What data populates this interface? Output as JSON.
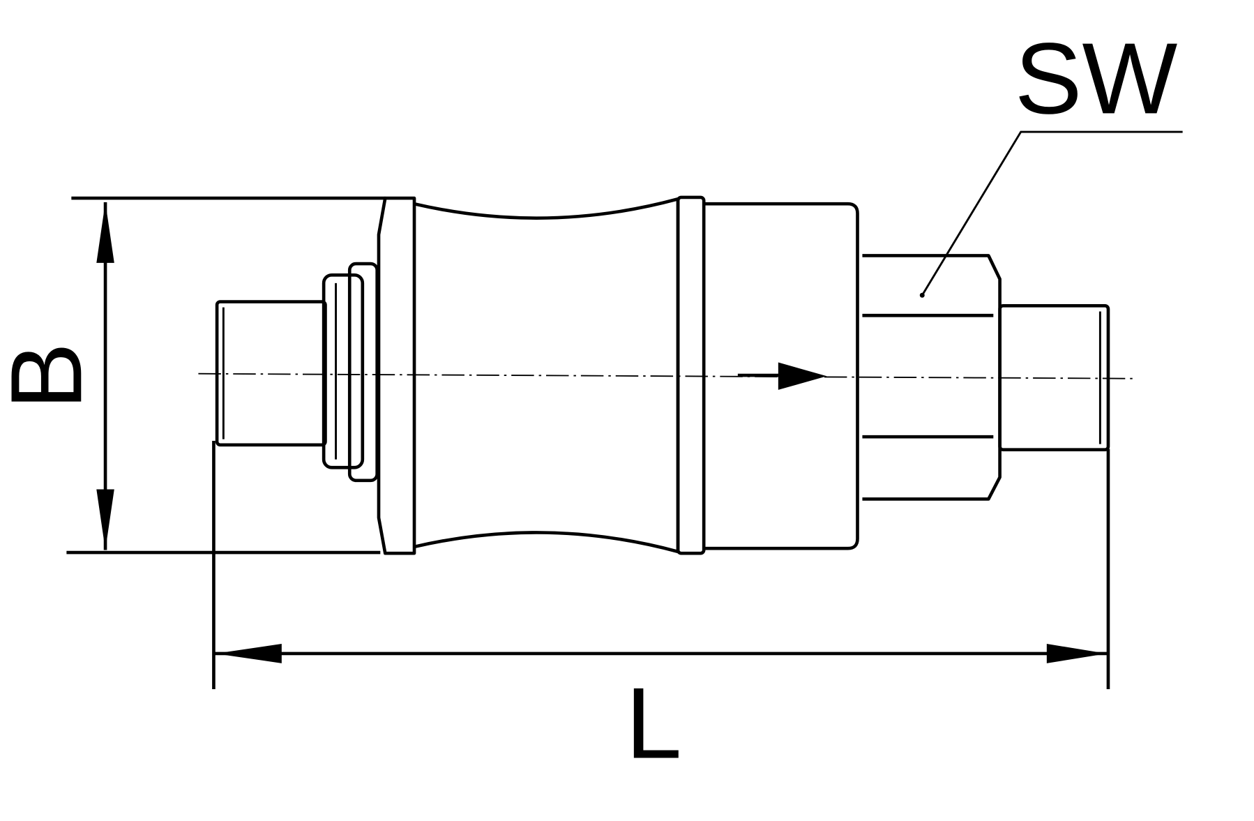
{
  "drawing": {
    "labels": {
      "width_across_flats": "SW",
      "body_diameter": "B",
      "length": "L"
    },
    "colors": {
      "line": "#000000",
      "background": "#ffffff"
    }
  }
}
